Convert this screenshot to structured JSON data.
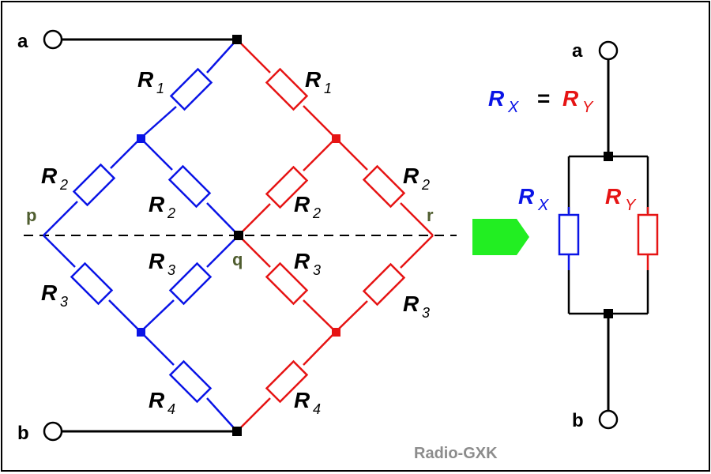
{
  "terminals": {
    "a": "a",
    "b": "b",
    "a_right": "a",
    "b_right": "b"
  },
  "nodes": {
    "p": "p",
    "q": "q",
    "r": "r"
  },
  "resistors": {
    "left": [
      {
        "main": "R",
        "sub": "1"
      },
      {
        "main": "R",
        "sub": "2"
      },
      {
        "main": "R",
        "sub": "2"
      },
      {
        "main": "R",
        "sub": "3"
      },
      {
        "main": "R",
        "sub": "3"
      },
      {
        "main": "R",
        "sub": "4"
      }
    ],
    "right": [
      {
        "main": "R",
        "sub": "1"
      },
      {
        "main": "R",
        "sub": "2"
      },
      {
        "main": "R",
        "sub": "2"
      },
      {
        "main": "R",
        "sub": "3"
      },
      {
        "main": "R",
        "sub": "3"
      },
      {
        "main": "R",
        "sub": "4"
      }
    ]
  },
  "equation": {
    "lhs_main": "R",
    "lhs_sub": "X",
    "eq": "=",
    "rhs_main": "R",
    "rhs_sub": "Y"
  },
  "equivalent": {
    "rx": {
      "main": "R",
      "sub": "X"
    },
    "ry": {
      "main": "R",
      "sub": "Y"
    }
  },
  "credit": "Radio-GXK",
  "colors": {
    "blue": "#0a14e6",
    "red": "#e61414",
    "black": "#000000",
    "arrow": "#22ee22",
    "node_label": "#4f5d2f"
  }
}
